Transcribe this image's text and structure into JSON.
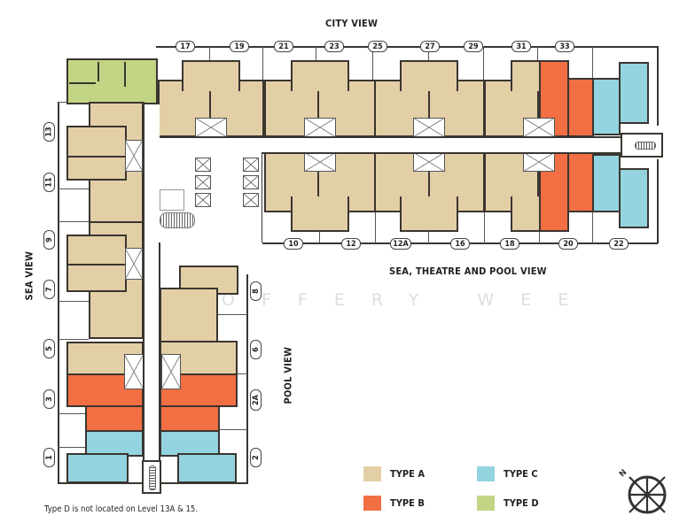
{
  "views": {
    "top": "CITY VIEW",
    "bottom": "SEA, THEATRE AND POOL VIEW",
    "left": "SEA VIEW",
    "right_wing": "POOL VIEW"
  },
  "unit_numbers": {
    "top_row": [
      "17",
      "19",
      "21",
      "23",
      "25",
      "27",
      "29",
      "31",
      "33"
    ],
    "bottom_row": [
      "10",
      "12",
      "12A",
      "16",
      "18",
      "20",
      "22"
    ],
    "left_column": [
      "13",
      "11",
      "9",
      "7",
      "5",
      "3",
      "1"
    ],
    "right_wing_column": [
      "8",
      "6",
      "2A",
      "2"
    ]
  },
  "legend": {
    "items": [
      {
        "label": "TYPE A",
        "color": "#e3cfa6"
      },
      {
        "label": "TYPE B",
        "color": "#f26f44"
      },
      {
        "label": "TYPE C",
        "color": "#94d4e1"
      },
      {
        "label": "TYPE D",
        "color": "#c2d584"
      }
    ]
  },
  "compass": {
    "label": "N"
  },
  "note": "Type D is not located on Level 13A & 15.",
  "watermark": "OFFERY WEE"
}
